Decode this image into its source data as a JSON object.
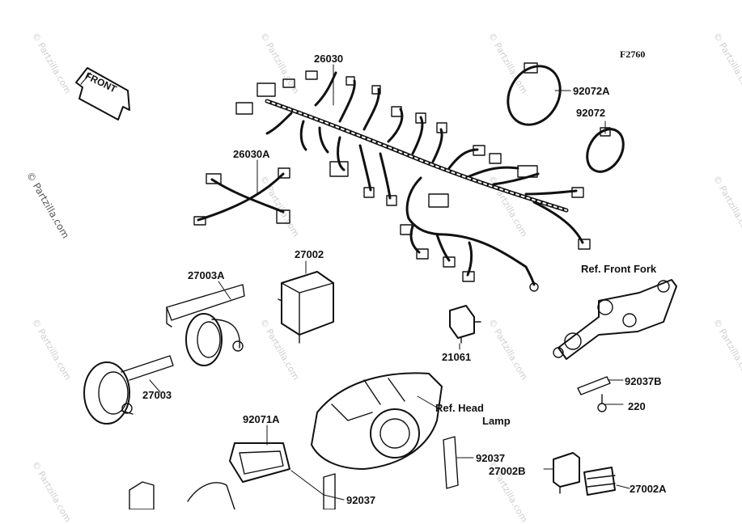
{
  "diagram": {
    "code": "F2760",
    "direction_label": "FRONT",
    "watermark": "© Partzilla.com",
    "parts": [
      {
        "id": "26030"
      },
      {
        "id": "26030A"
      },
      {
        "id": "92072A"
      },
      {
        "id": "92072"
      },
      {
        "id": "27002"
      },
      {
        "id": "27003A"
      },
      {
        "id": "27003"
      },
      {
        "id": "21061"
      },
      {
        "id": "92037B"
      },
      {
        "id": "220"
      },
      {
        "id": "92071A"
      },
      {
        "id": "92037"
      },
      {
        "id": "27002B"
      },
      {
        "id": "27002A"
      },
      {
        "id": "92037"
      }
    ],
    "refs": {
      "front_fork": "Ref. Front Fork",
      "head_lamp_1": "Ref. Head",
      "head_lamp_2": "Lamp"
    }
  },
  "colors": {
    "ink": "#111111",
    "watermark": "#cfcfcf"
  }
}
